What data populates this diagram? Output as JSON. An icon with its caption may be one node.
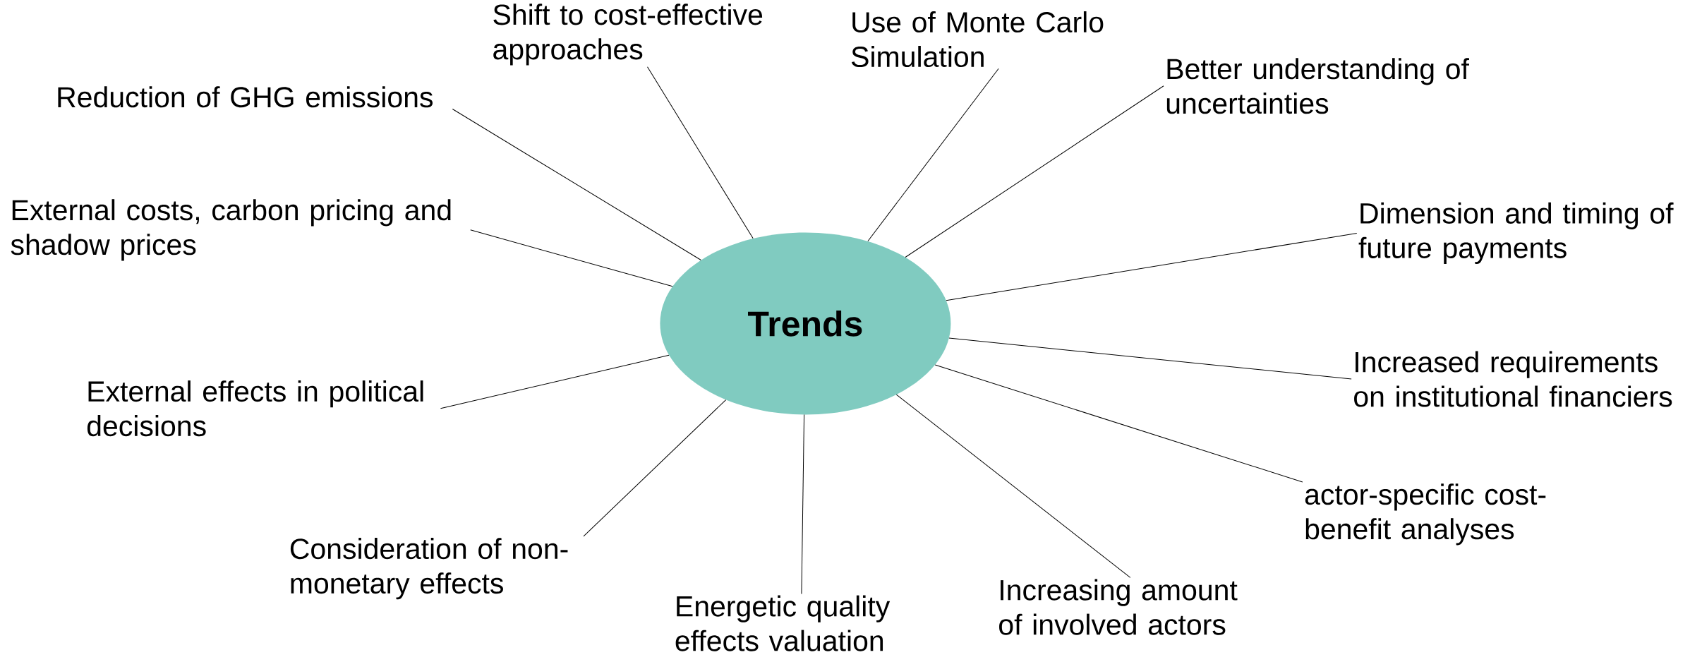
{
  "diagram": {
    "nodes": [
      {
        "text": [
          "Trends"
        ]
      },
      {
        "text": [
          "Reduction of GHG emissions"
        ]
      },
      {
        "text": [
          "Shift to cost-effective approaches"
        ]
      },
      {
        "text": [
          "Use of Monte Carlo Simulation"
        ]
      },
      {
        "text": [
          "Better understanding of uncertainties"
        ]
      },
      {
        "text": [
          "External costs, carbon pricing and shadow prices"
        ]
      },
      {
        "text": [
          "Dimension and timing of future payments"
        ]
      },
      {
        "text": [
          "External effects in political decisions"
        ]
      },
      {
        "text": [
          "Increased requirements on institutional financiers"
        ]
      },
      {
        "text": [
          "actor-specific cost-benefit analyses"
        ]
      },
      {
        "text": [
          "Consideration of non-monetary effects"
        ]
      },
      {
        "text": [
          "Energetic quality effects valuation"
        ]
      },
      {
        "text": [
          "Increasing amount of involved actors"
        ]
      }
    ],
    "edges": [
      {
        "from": 1,
        "to": 0,
        "arrow": "none"
      },
      {
        "from": 2,
        "to": 0,
        "arrow": "none"
      },
      {
        "from": 3,
        "to": 0,
        "arrow": "none"
      },
      {
        "from": 4,
        "to": 0,
        "arrow": "none"
      },
      {
        "from": 5,
        "to": 0,
        "arrow": "none"
      },
      {
        "from": 6,
        "to": 0,
        "arrow": "none"
      },
      {
        "from": 7,
        "to": 0,
        "arrow": "none"
      },
      {
        "from": 8,
        "to": 0,
        "arrow": "none"
      },
      {
        "from": 9,
        "to": 0,
        "arrow": "none"
      },
      {
        "from": 10,
        "to": 0,
        "arrow": "none"
      },
      {
        "from": 11,
        "to": 0,
        "arrow": "none"
      },
      {
        "from": 12,
        "to": 0,
        "arrow": "none"
      }
    ]
  }
}
